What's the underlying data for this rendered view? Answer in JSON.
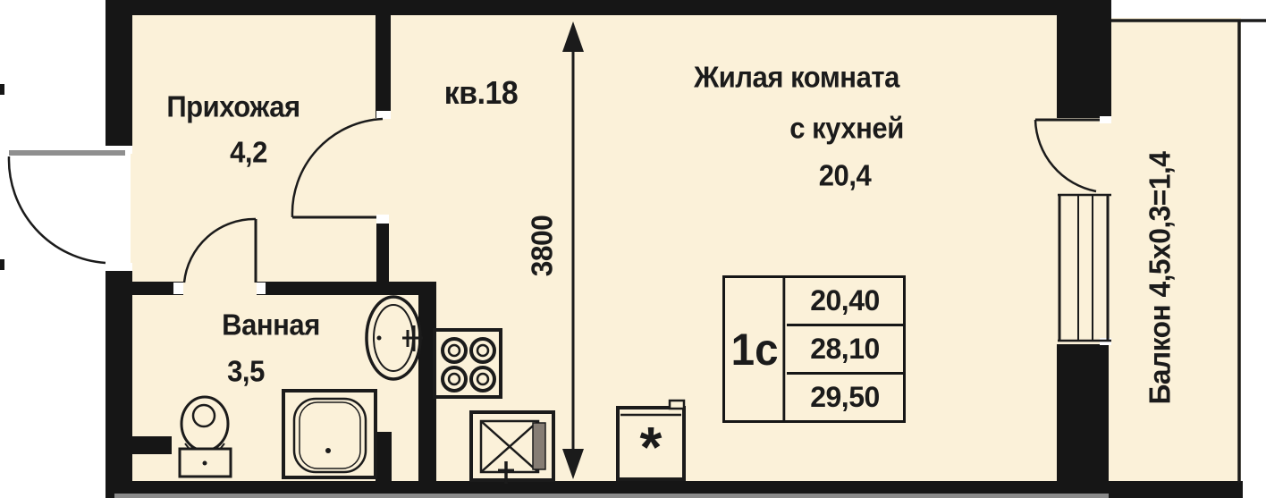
{
  "apartment": {
    "number_label": "кв.18"
  },
  "rooms": {
    "hallway": {
      "name": "Прихожая",
      "area": "4,2"
    },
    "bathroom": {
      "name": "Ванная",
      "area": "3,5"
    },
    "living": {
      "name_line1": "Жилая комната",
      "name_line2": "с кухней",
      "area": "20,4"
    },
    "balcony": {
      "label": "Балкон 4,5х0,3=1,4"
    }
  },
  "dimensions": {
    "room_depth_mm": "3800"
  },
  "info_table": {
    "unit_type": "1с",
    "values": [
      "20,40",
      "28,10",
      "29,50"
    ]
  },
  "fixtures": {
    "fridge_symbol": "*",
    "items": [
      "entrance-door",
      "hallway-living-door",
      "bathroom-door",
      "balcony-door",
      "balcony-window",
      "bathroom-sink",
      "toilet",
      "shower-tray",
      "stove",
      "kitchen-sink",
      "fridge"
    ]
  },
  "colors": {
    "floor": "#fbf1d9",
    "wall": "#161616",
    "outside": "#ffffff",
    "line": "#1b1b1b"
  }
}
